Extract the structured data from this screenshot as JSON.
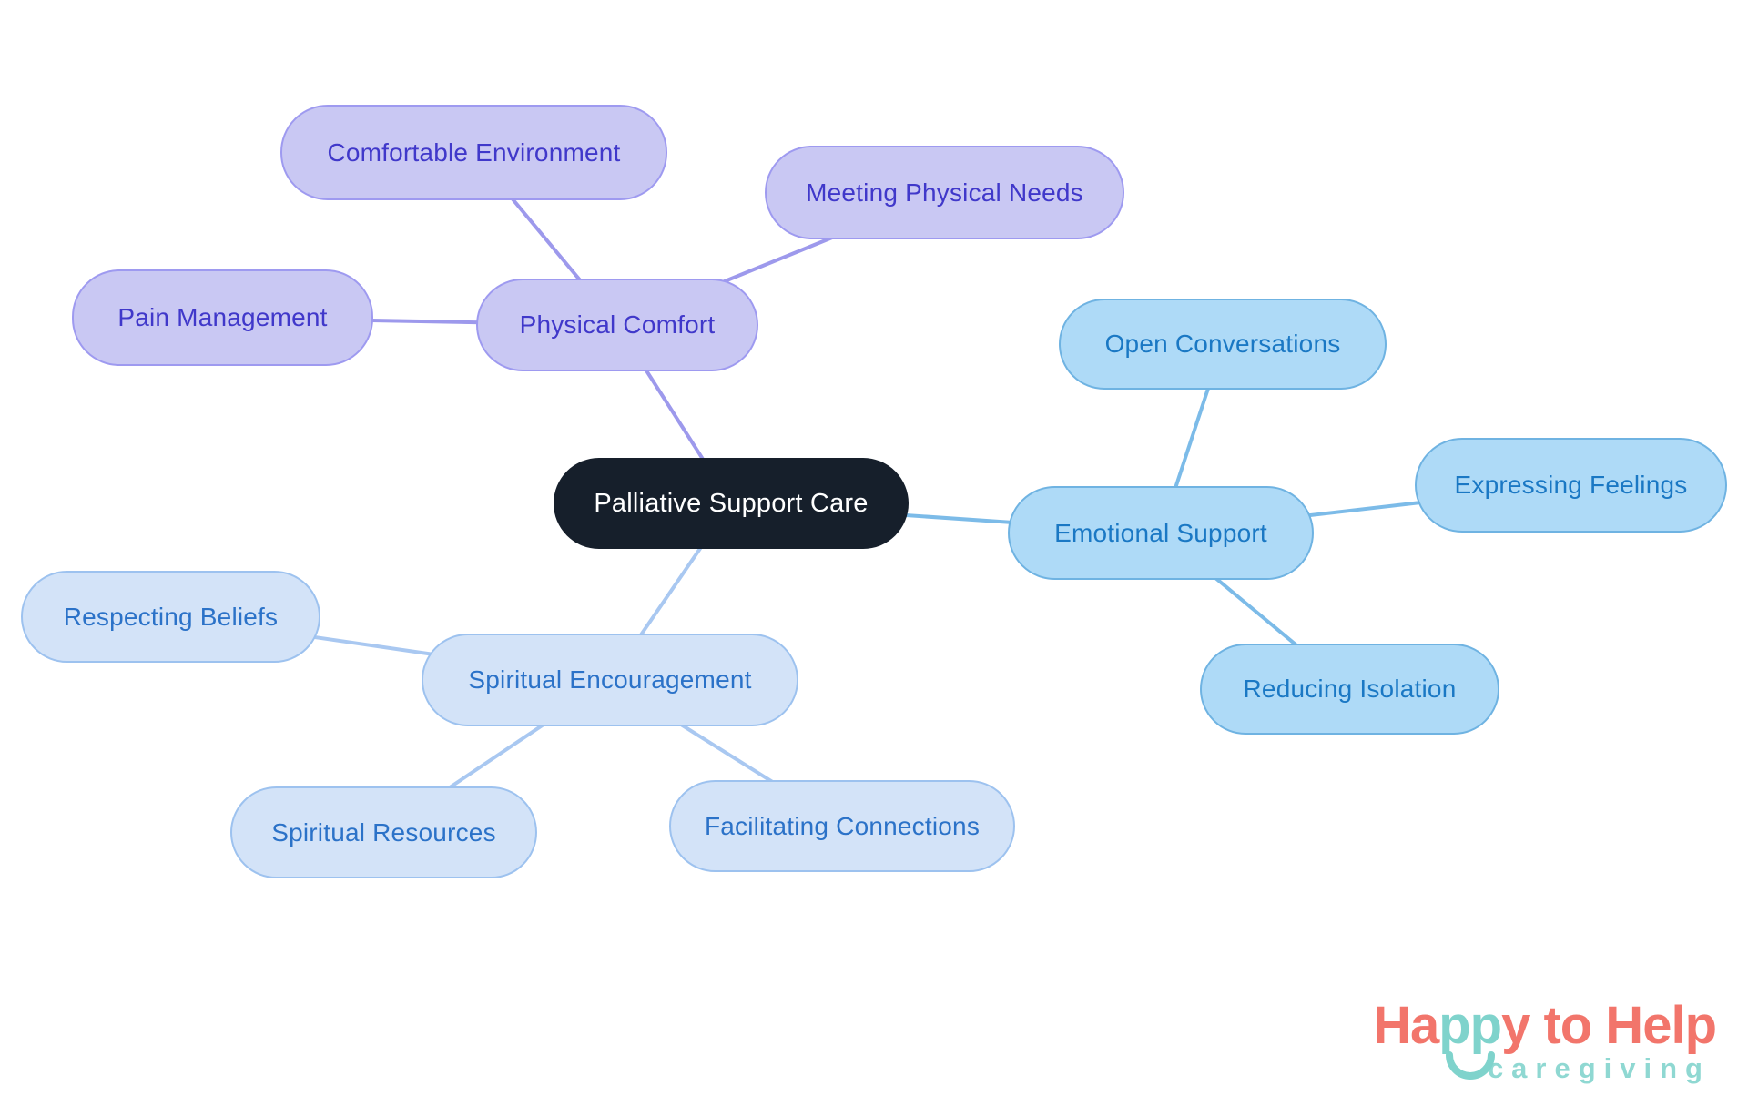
{
  "mindmap": {
    "central": {
      "label": "Palliative Support Care"
    },
    "physical": {
      "label": "Physical Comfort",
      "children": {
        "comfortable": "Comfortable Environment",
        "meeting": "Meeting Physical Needs",
        "pain": "Pain Management"
      }
    },
    "emotional": {
      "label": "Emotional Support",
      "children": {
        "open": "Open Conversations",
        "expressing": "Expressing Feelings",
        "reducing": "Reducing Isolation"
      }
    },
    "spiritual": {
      "label": "Spiritual Encouragement",
      "children": {
        "respecting": "Respecting Beliefs",
        "resources": "Spiritual Resources",
        "facilitating": "Facilitating Connections"
      }
    }
  },
  "colors": {
    "central_fill": "#161f2b",
    "central_text": "#ffffff",
    "purple_fill": "#c9c8f3",
    "purple_border": "#9e9af0",
    "purple_text": "#4038ca",
    "purple_line": "#9d99ec",
    "sky_fill": "#aedaf7",
    "sky_border": "#6fb3e2",
    "sky_text": "#1a78c4",
    "sky_line": "#7cbbe8",
    "pale_fill": "#d3e3f8",
    "pale_border": "#9dc2ef",
    "pale_text": "#2b72c8",
    "pale_line": "#a9c8f1",
    "logo_coral": "#f2756b",
    "logo_teal": "#7fd3cc"
  },
  "logo": {
    "part1": "Ha",
    "part2": "pp",
    "part3": "y to Help",
    "tagline": "caregiving"
  }
}
